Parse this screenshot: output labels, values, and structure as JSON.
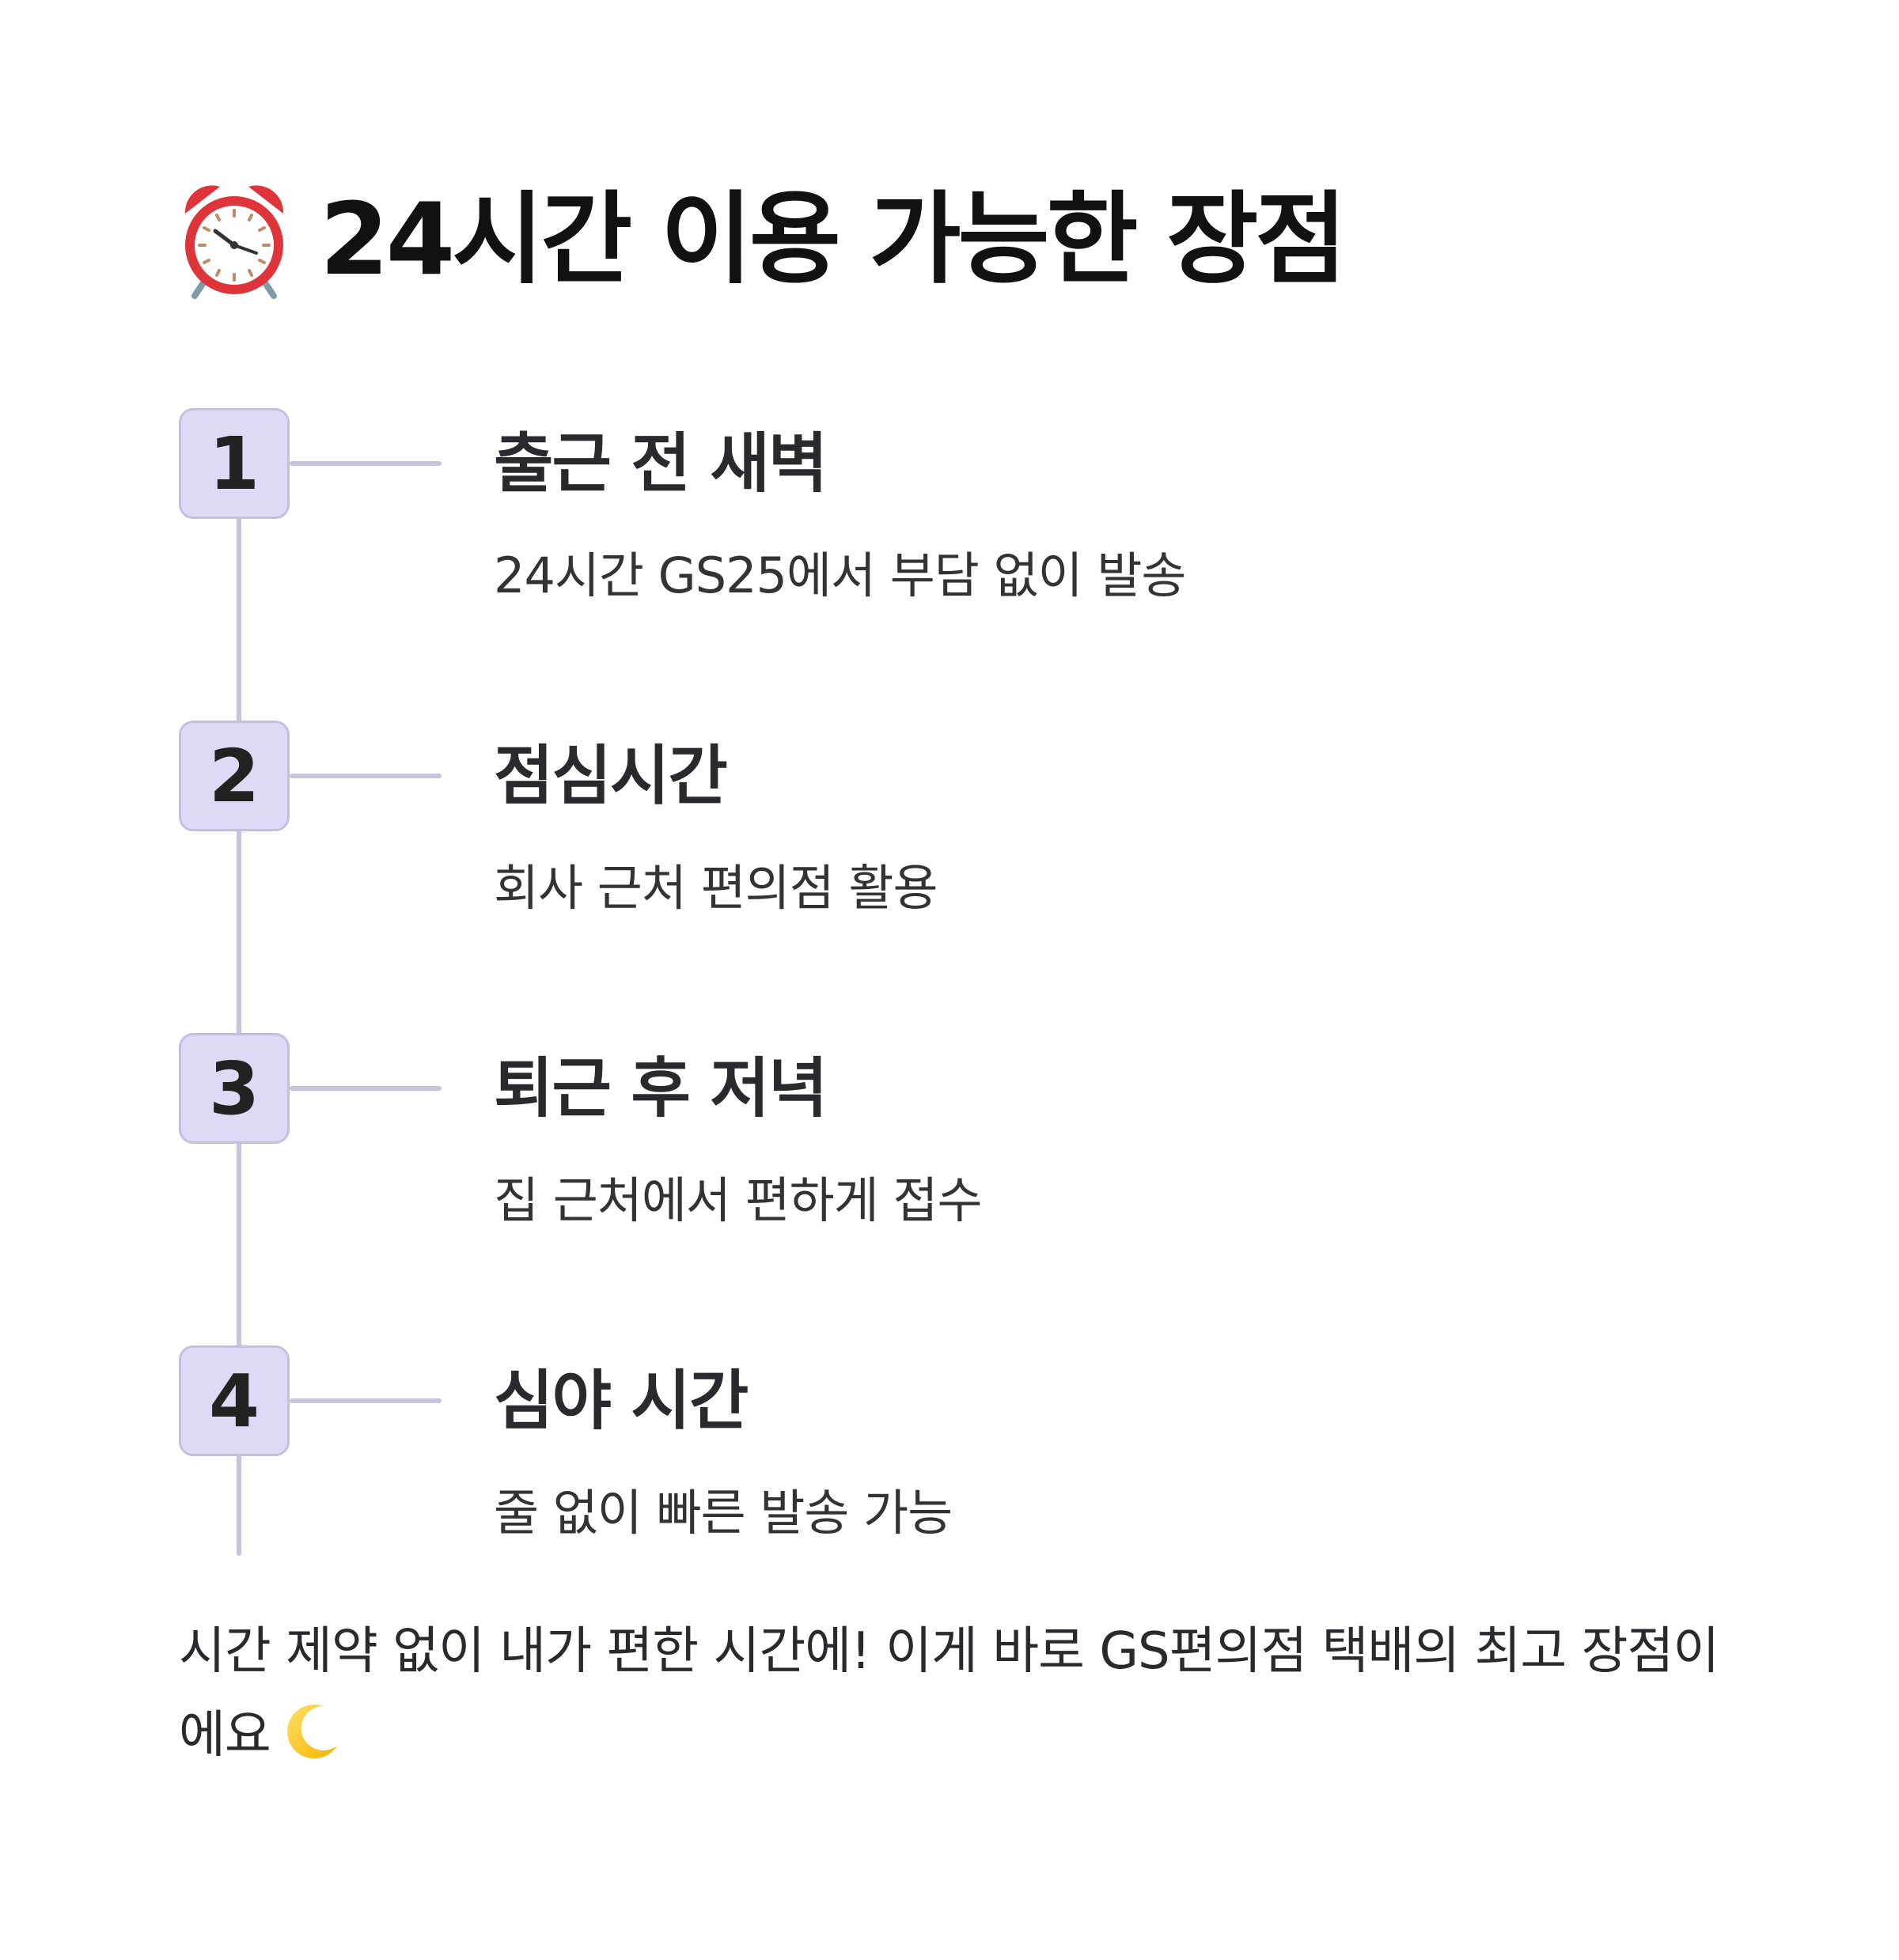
{
  "header": {
    "title": "24시간 이용 가능한 장점",
    "icon": "alarm-clock-icon"
  },
  "steps": [
    {
      "number": "1",
      "title": "출근 전 새벽",
      "description": "24시간 GS25에서 부담 없이 발송"
    },
    {
      "number": "2",
      "title": "점심시간",
      "description": "회사 근처 편의점 활용"
    },
    {
      "number": "3",
      "title": "퇴근 후 저녁",
      "description": "집 근처에서 편하게 접수"
    },
    {
      "number": "4",
      "title": "심야 시간",
      "description": "줄 없이 빠른 발송 가능"
    }
  ],
  "summary": {
    "text": "시간 제약 없이 내가 편한 시간에! 이게 바로 GS편의점 택배의 최고 장점이에요",
    "icon": "crescent-moon-icon"
  },
  "colors": {
    "badge_fill": "#dcdaf4",
    "badge_border": "#c4c0dc",
    "line": "#c7c3da",
    "clock_red": "#e0343b"
  }
}
